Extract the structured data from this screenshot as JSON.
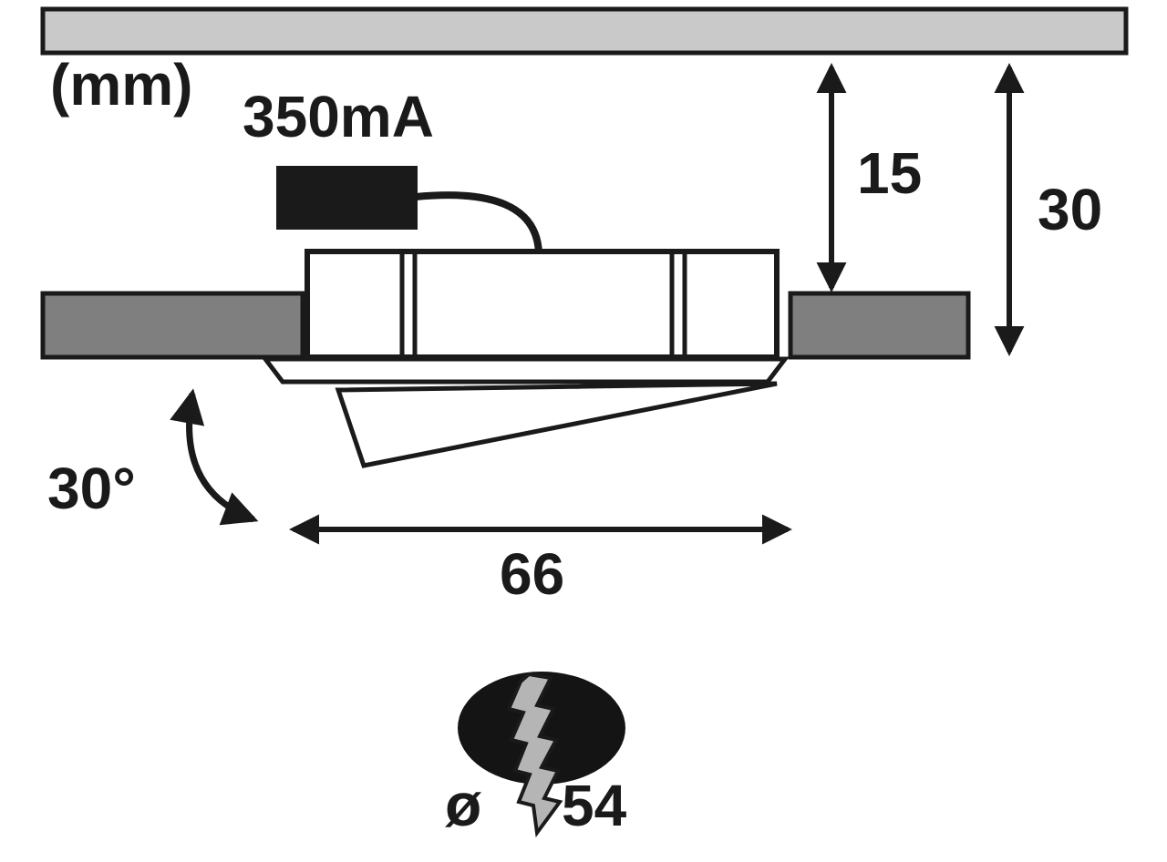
{
  "colors": {
    "background": "#ffffff",
    "line": "#1a1a1a",
    "ceiling_gray": "#c9c9c9",
    "panel_gray": "#7f7f7f",
    "cut_symbol_gray": "#b5b5b5",
    "housing_white": "#ffffff"
  },
  "labels": {
    "unit": "(mm)",
    "drive_current": "350mA",
    "recess_depth": "15",
    "installation_depth": "30",
    "swivel_angle": "30°",
    "fixture_width": "66",
    "diameter_sign": "ø",
    "cutout_diameter": "54"
  }
}
